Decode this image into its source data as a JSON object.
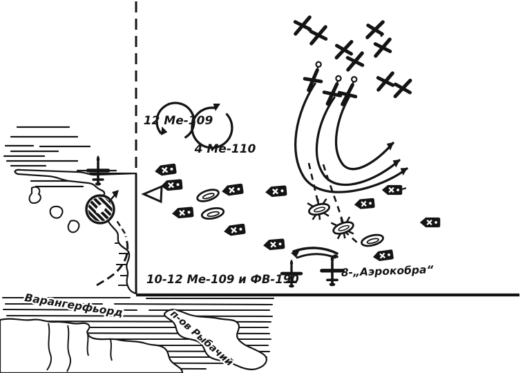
{
  "title": "air-battle-over-convoy-scheme",
  "labels": {
    "patrol_12_me109": "12 Ме-109",
    "patrol_4_me110": "4 Ме-110",
    "attackers": "10-12 Ме-109 и ФВ-190",
    "defenders": "8-„Аэрокобра“",
    "fjord": "Варангерфьорд",
    "peninsula": "п-ов Рыбачий"
  },
  "colors": {
    "ink": "#141414",
    "paper": "#ffffff"
  },
  "symbols": {
    "enemy_fighter": "x-cross-aircraft-icon",
    "enemy_dive_fighter": "x-cross-aircraft-with-circle-icon",
    "friendly_fighter": "front-view-aircraft-icon",
    "escort_ship": "black-ship-icon",
    "transport_ship": "lens-outline-ship-icon",
    "bombed_ship": "lens-with-rays-icon",
    "airfield": "hatched-circle-icon",
    "convoy_lead": "triangle-marker"
  }
}
